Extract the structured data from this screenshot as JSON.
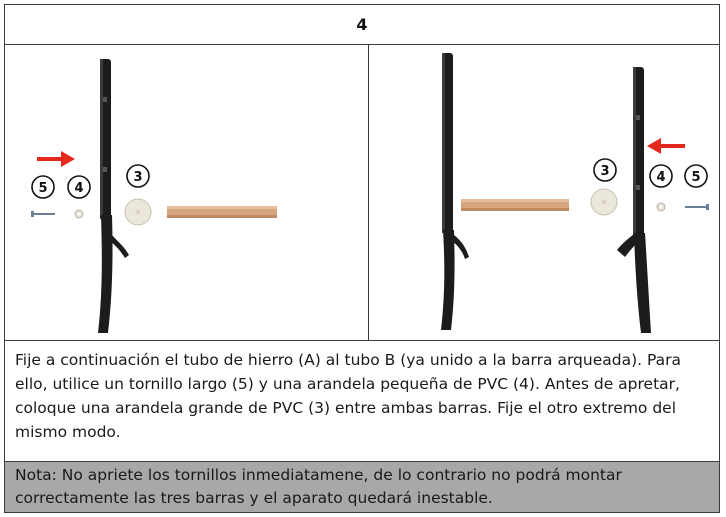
{
  "step": {
    "number": "4"
  },
  "left_panel": {
    "callouts": [
      "5",
      "4",
      "3"
    ]
  },
  "right_panel": {
    "callouts": [
      "3",
      "4",
      "5"
    ]
  },
  "instructions": {
    "text": "Fije a continuación el tubo de hierro (A) al tubo B (ya unido a la barra arqueada). Para ello, utilice un tornillo largo (5) y una arandela pequeña de PVC (4). Antes de apretar, coloque una arandela grande de PVC (3) entre ambas barras. Fije el otro extremo del mismo modo."
  },
  "note": {
    "text": "Nota: No apriete los tornillos inmediatamene, de lo contrario no podrá montar correctamente las tres barras y el aparato quedará inestable."
  },
  "colors": {
    "arrow": "#e4291c",
    "tube": "#1c1c1c",
    "wood": "#d7a57e",
    "note_bg": "#a8a8a8"
  }
}
